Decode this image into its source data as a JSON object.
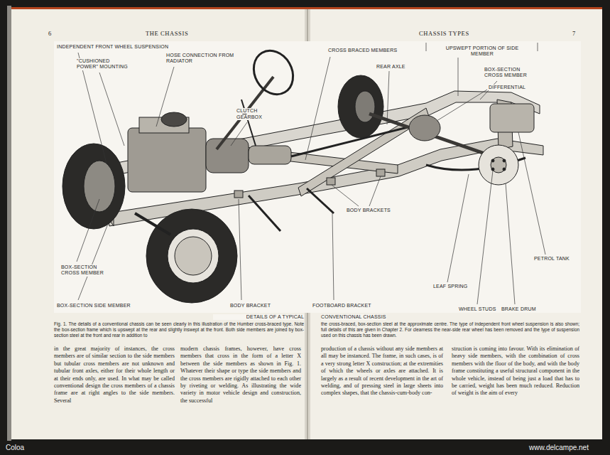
{
  "diagram": {
    "labels": [
      "6",
      "THE CHASSIS",
      "CHASSIS TYPES",
      "7",
      "INDEPENDENT FRONT WHEEL SUSPENSION",
      "\"CUSHIONED POWER\" MOUNTING",
      "HOSE CONNECTION FROM RADIATOR",
      "CLUTCH",
      "GEARBOX",
      "BOX-SECTION CROSS MEMBER",
      "BOX-SECTION SIDE MEMBER",
      "BODY BRACKET",
      "DETAILS OF A TYPICAL",
      "CROSS BRACED MEMBERS",
      "REAR AXLE",
      "UPSWEPT PORTION OF SIDE MEMBER",
      "BOX-SECTION CROSS MEMBER",
      "DIFFERENTIAL",
      "BODY BRACKETS",
      "PETROL TANK",
      "LEAF SPRING",
      "FOOTBOARD BRACKET",
      "WHEEL STUDS",
      "BRAKE DRUM",
      "CONVENTIONAL CHASSIS",
      "Fig. 1. The details of a conventional chassis can be seen clearly in this illustration of the Humber cross-braced type. Note the box-section frame which is upswept at the rear and slightly inswept at the front. Both side members are joined by box-section steel at the front and rear in addition to",
      "the cross-braced, box-section steel at the approximate centre. The type of independent front wheel suspension is also shown; full details of this are given in Chapter 2. For clearness the near-side rear wheel has been removed and the type of suspension used on this chassis has been drawn.",
      "in the great majority of instances, the cross members are of similar section to the side members but tubular cross members are not unknown and tubular front axles, either for their whole length or at their ends only, are used. In what may be called conventional design the cross members of a chassis frame are at right angles to the side members. Several",
      "modern chassis frames, however, have cross members that cross in the form of a letter X between the side members as shown in Fig. 1. Whatever their shape or type the side members and the cross members are rigidly attached to each other by riveting or welding. As illustrating the wide variety in motor vehicle design and construction, the successful",
      "production of a chassis without any side members at all may be instanced. The frame, in such cases, is of a very strong letter X construction; at the extremities of which the wheels or axles are attached. It is largely as a result of recent development in the art of welding, and of pressing steel in large sheets into complex shapes, that the chassis-cum-body con-",
      "struction is coming into favour. With its elimination of heavy side members, with the combination of cross members with the floor of the body, and with the body frame constituting a useful structural component in the whole vehicle, instead of being just a load that has to be carried, weight has been much reduced. Reduction of weight is the aim of every",
      "Coloa",
      "www.delcampe.net"
    ]
  }
}
